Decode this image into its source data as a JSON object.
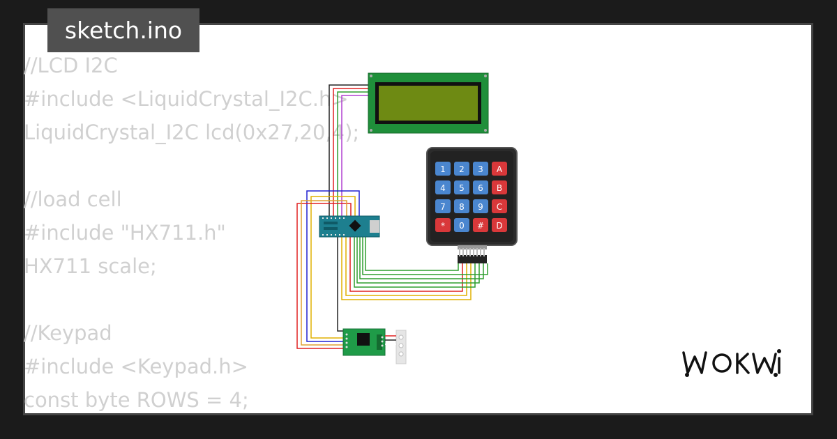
{
  "tab": {
    "title": "sketch.ino"
  },
  "code": {
    "lines": [
      "//LCD I2C",
      "#include <LiquidCrystal_I2C.h>",
      "LiquidCrystal_I2C lcd(0x27,20,4);",
      "",
      "//load cell",
      "#include \"HX711.h\"",
      "HX711 scale;",
      "",
      "//Keypad",
      "#include <Keypad.h>",
      "const byte ROWS = 4;"
    ]
  },
  "keypad": {
    "keys": [
      [
        "1",
        "2",
        "3",
        "A"
      ],
      [
        "4",
        "5",
        "6",
        "B"
      ],
      [
        "7",
        "8",
        "9",
        "C"
      ],
      [
        "*",
        "0",
        "#",
        "D"
      ]
    ]
  },
  "colors": {
    "background": "#1b1b1b",
    "card": "#ffffff",
    "tab": "#505050",
    "code_text": "#d0d0d0",
    "lcd_board": "#1f8f3a",
    "lcd_screen": "#6e8a13",
    "key_blue": "#4a86cf",
    "key_red": "#d9383a",
    "arduino": "#1d7f8f",
    "hx711": "#1f9b48",
    "wire_red": "#e02020",
    "wire_blue": "#2020d0",
    "wire_green": "#2e9e2e",
    "wire_yellow": "#e0b000",
    "wire_purple": "#b040d0",
    "wire_black": "#222222"
  },
  "brand": {
    "logo": "wokwi-logo"
  }
}
